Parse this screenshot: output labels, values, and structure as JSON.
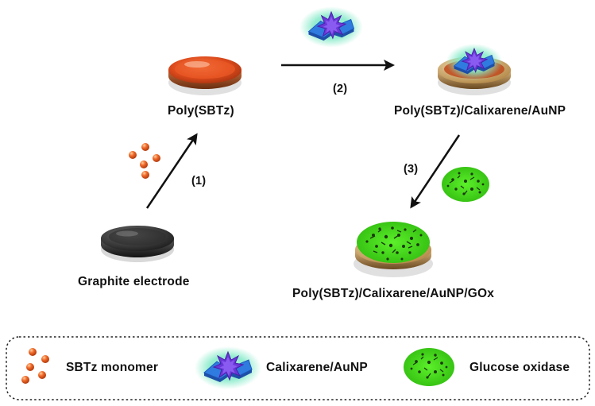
{
  "labels": {
    "poly_sbtz": "Poly(SBTz)",
    "poly_calix_aunp": "Poly(SBTz)/Calixarene/AuNP",
    "graphite_electrode": "Graphite electrode",
    "poly_calix_aunp_gox": "Poly(SBTz)/Calixarene/AuNP/GOx"
  },
  "steps": {
    "step1": "(1)",
    "step2": "(2)",
    "step3": "(3)"
  },
  "legend": {
    "sbtz_monomer": "SBTz monomer",
    "calixarene_aunp": "Calixarene/AuNP",
    "glucose_oxidase": "Glucose oxidase"
  },
  "colors": {
    "monomer": "#e8521f",
    "modified_film": "#d0461a",
    "glow": "#6fe6c0",
    "star": "#6a37d8",
    "cup": "#3c8be0",
    "enzyme": "#4fe01e",
    "electrode_gold": "#c7a063",
    "graphite": "#2a2a2a"
  }
}
